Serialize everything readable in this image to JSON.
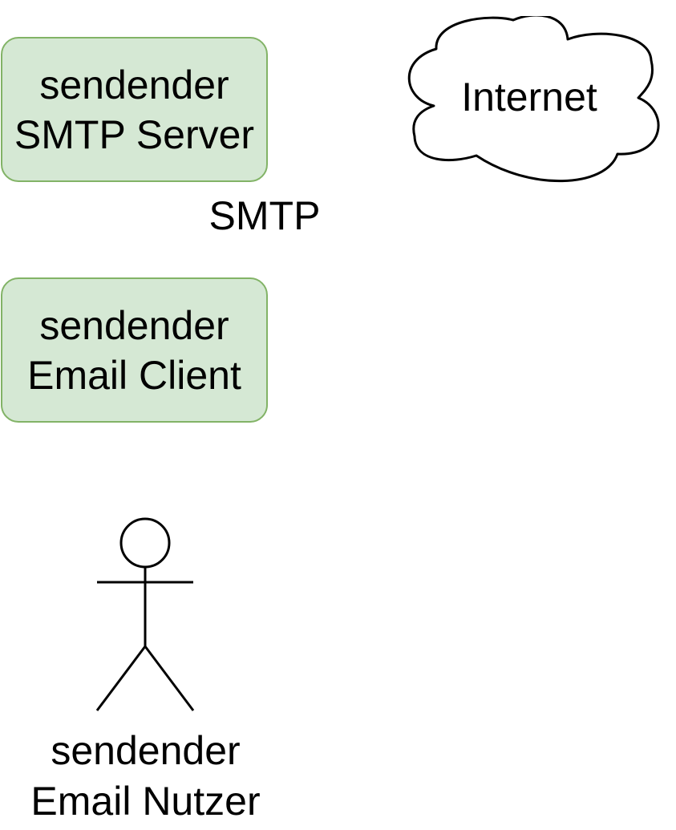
{
  "nodes": {
    "smtp_server": {
      "lines": [
        "sendender",
        "SMTP Server"
      ]
    },
    "email_client": {
      "lines": [
        "sendender",
        "Email Client"
      ]
    },
    "internet": {
      "label": "Internet"
    },
    "user": {
      "lines": [
        "sendender",
        "Email Nutzer"
      ]
    }
  },
  "edge_labels": {
    "smtp": "SMTP"
  },
  "colors": {
    "box_fill": "#d5e8d4",
    "box_border": "#82b366",
    "stroke": "#000000",
    "background": "#ffffff"
  },
  "icons": {
    "cloud": "cloud-icon",
    "actor": "person-icon"
  }
}
